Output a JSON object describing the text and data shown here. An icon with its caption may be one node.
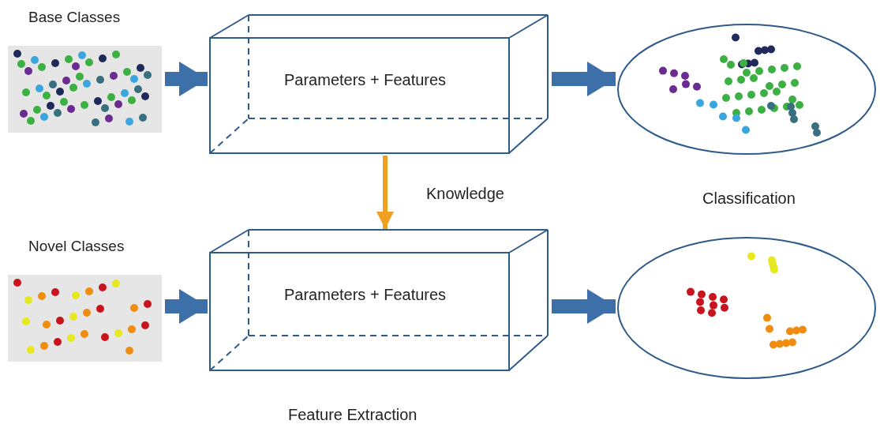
{
  "diagram": {
    "nodes": [
      {
        "text": [
          "Base Classes"
        ]
      },
      {
        "text": [
          "Parameters + Features"
        ]
      },
      {
        "text": [],
        "shape": "ellipse"
      },
      {
        "text": [
          "Novel Classes"
        ]
      },
      {
        "text": [
          "Parameters + Features"
        ],
        "beside": [
          "Feature Extraction"
        ]
      },
      {
        "text": [],
        "shape": "ellipse"
      }
    ],
    "edges": [
      {
        "from": 0,
        "to": 1,
        "arrow": "to"
      },
      {
        "from": 1,
        "to": 2,
        "arrow": "to"
      },
      {
        "from": 1,
        "to": 4,
        "arrow": "to",
        "label": "Knowledge",
        "color": "#f0a020"
      },
      {
        "from": 3,
        "to": 4,
        "arrow": "to"
      },
      {
        "from": 4,
        "to": 5,
        "arrow": "to"
      }
    ],
    "labels": [
      "Classification"
    ]
  }
}
